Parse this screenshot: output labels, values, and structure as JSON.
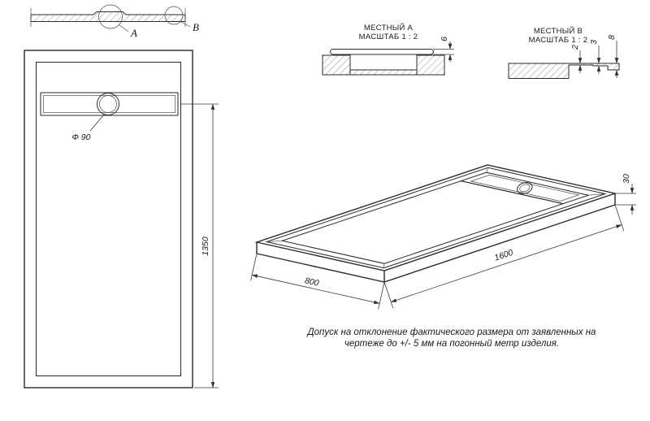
{
  "section_view": {
    "marker_a": "A",
    "marker_b": "B"
  },
  "plan_view": {
    "drain_diameter_label": "Ф 90",
    "length_dimension": "1350"
  },
  "detail_a": {
    "title": "МЕСТНЫЙ А",
    "scale": "МАСШТАБ 1 : 2",
    "thickness_dimension": "6"
  },
  "detail_b": {
    "title": "МЕСТНЫЙ В",
    "scale": "МАСШТАБ 1 : 2",
    "dim_inner": "2",
    "dim_middle": "3",
    "dim_outer": "8"
  },
  "isometric_view": {
    "width_dimension": "800",
    "length_dimension": "1600",
    "height_dimension": "30"
  },
  "tolerance_note": {
    "line1": "Допуск на отклонение фактического размера от заявленных на",
    "line2": "чертеже до +/- 5 мм на погонный метр изделия."
  }
}
